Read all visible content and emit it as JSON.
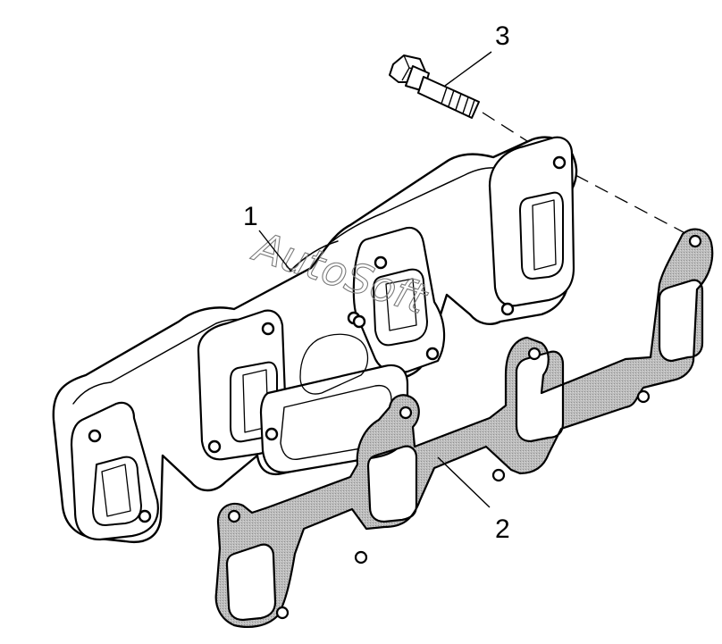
{
  "callouts": [
    {
      "id": "manifold",
      "label": "1"
    },
    {
      "id": "gasket",
      "label": "2"
    },
    {
      "id": "bolt",
      "label": "3"
    }
  ],
  "watermark": "AutoSoft",
  "colors": {
    "outline": "#000000",
    "manifold_fill": "#ffffff",
    "gasket_fill": "#b4b4b4",
    "background": "#ffffff"
  }
}
